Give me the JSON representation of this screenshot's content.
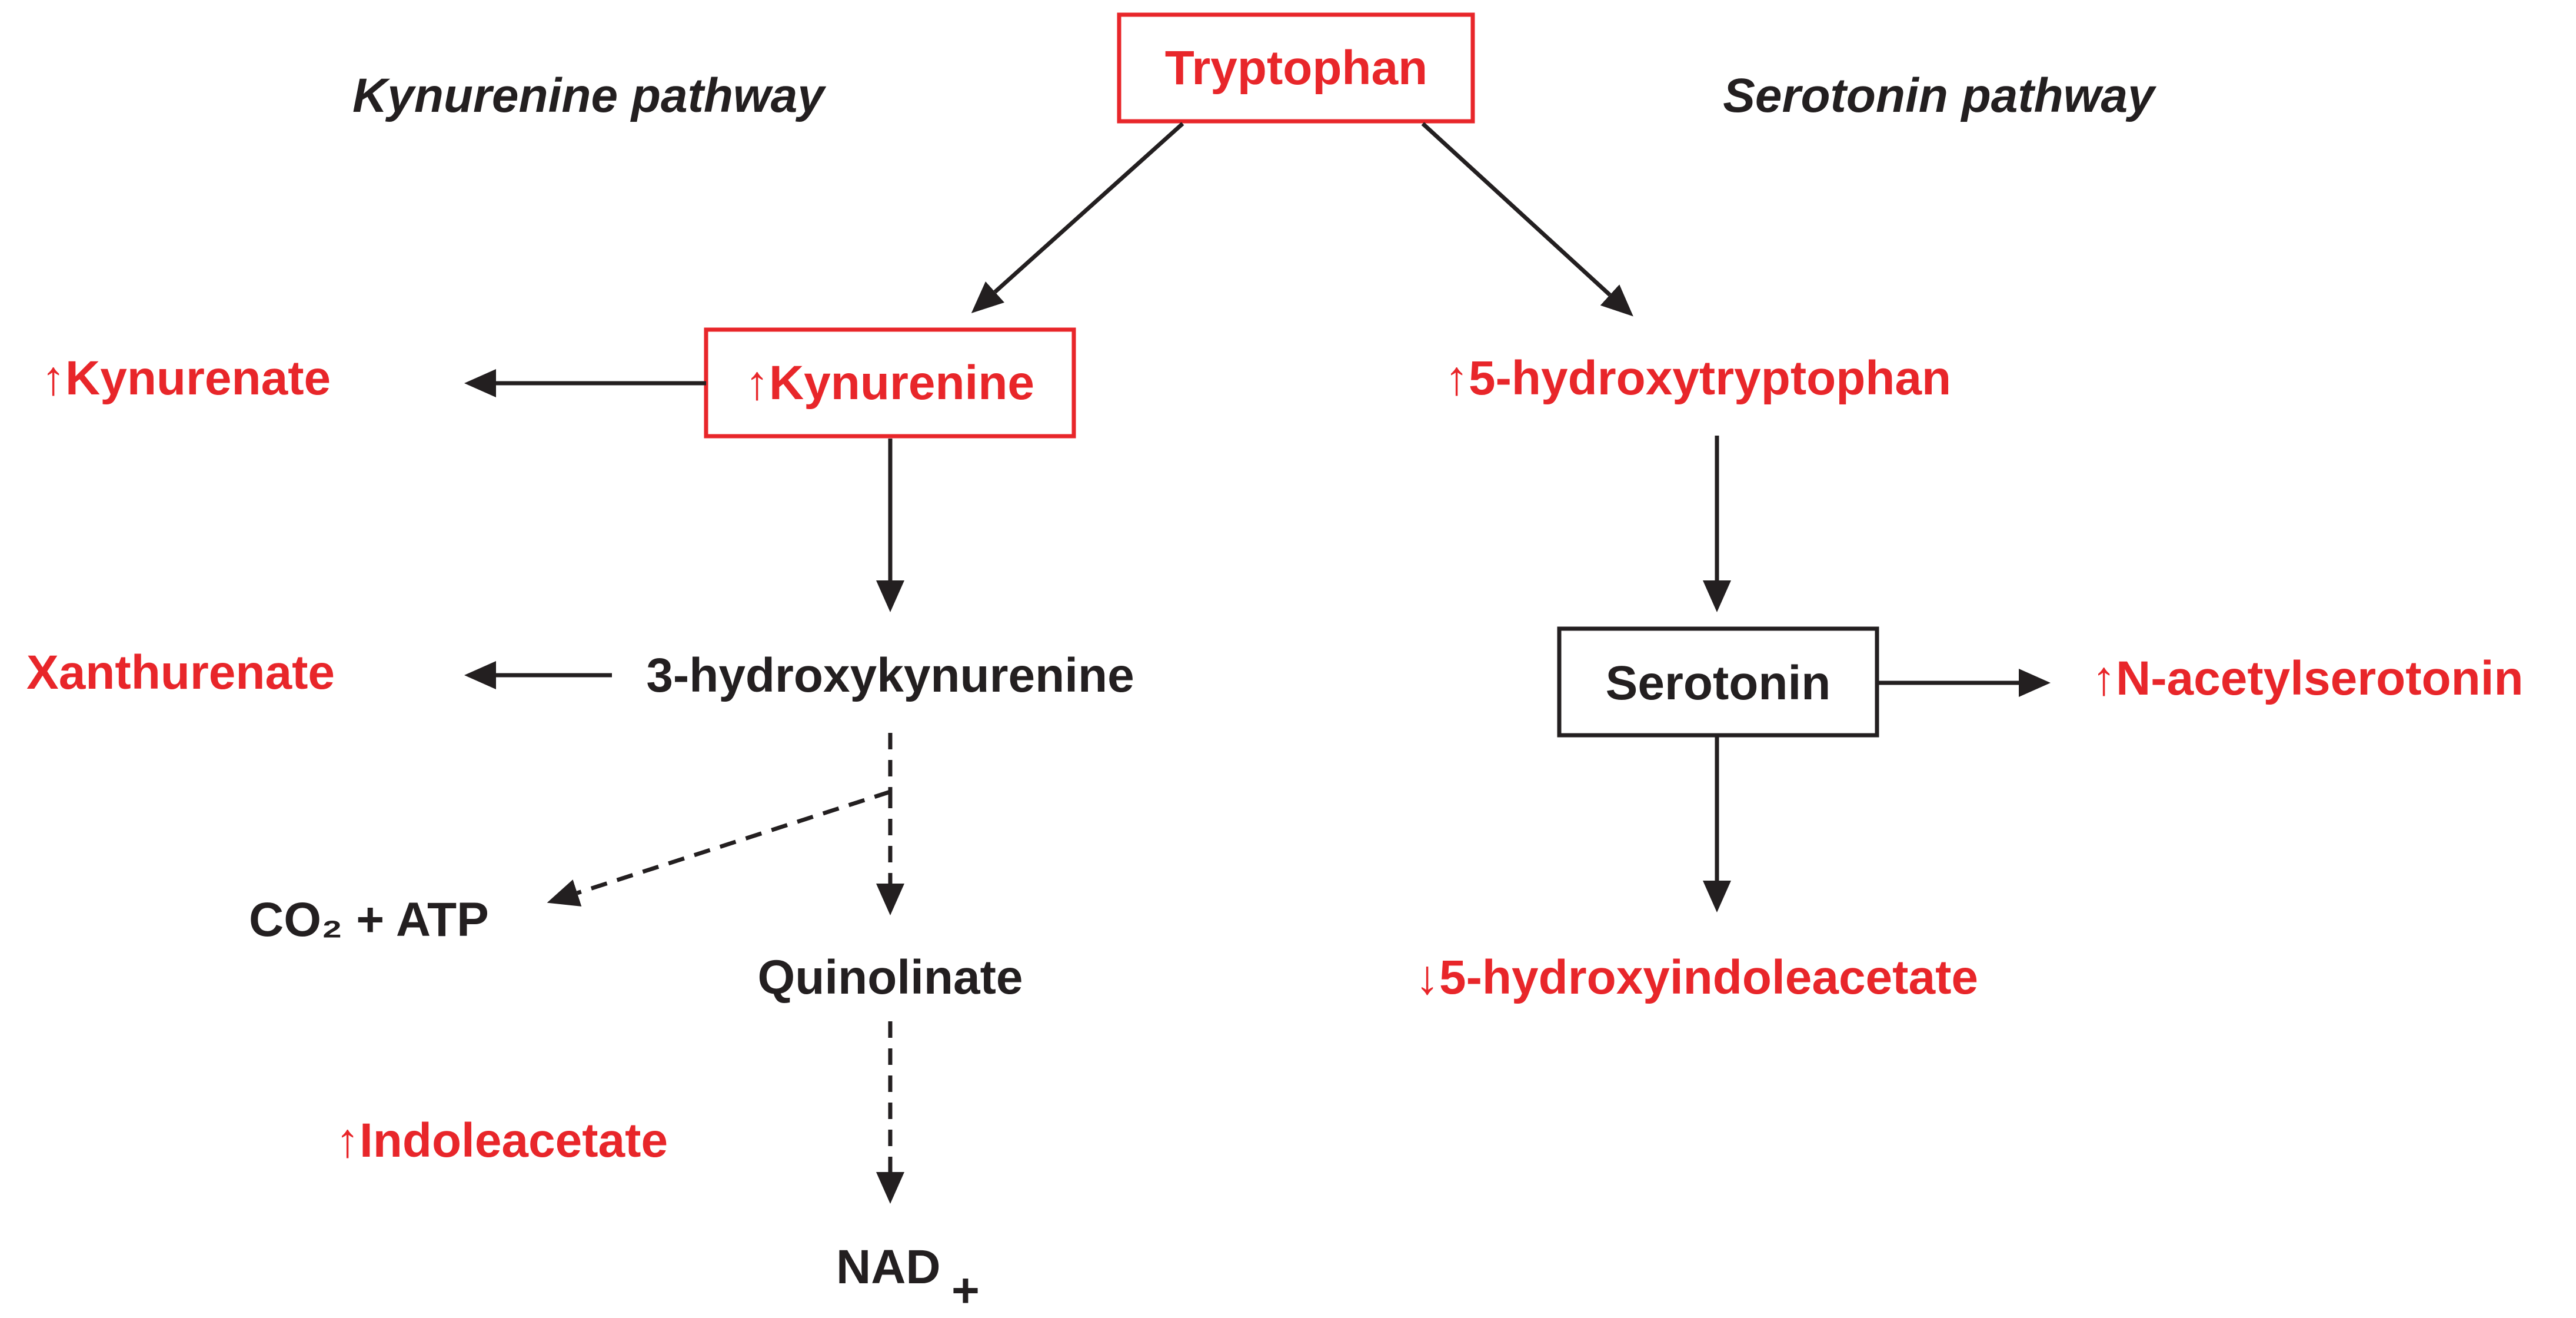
{
  "colors": {
    "up_regulated": "#e8262a",
    "down_regulated": "#e8262a",
    "neutral": "#231f20",
    "arrow": "#231f20"
  },
  "pathways": {
    "kynurenine_title": "Kynurenine pathway",
    "serotonin_title": "Serotonin pathway"
  },
  "nodes": {
    "tryptophan": "Tryptophan",
    "kynurenine": "↑Kynurenine",
    "kynurenate": "↑Kynurenate",
    "hydroxykynurenine": "3-hydroxykynurenine",
    "xanthurenate": "Xanthurenate",
    "co2_atp": "CO₂ + ATP",
    "quinolinate": "Quinolinate",
    "indoleacetate": "↑Indoleacetate",
    "nad": "NAD",
    "nad_sub": "+",
    "hydroxytryptophan": "↑5-hydroxytryptophan",
    "serotonin": "Serotonin",
    "acetylserotonin": "↑N-acetylserotonin",
    "hydroxyindoleacetate": "↓5-hydroxyindoleacetate"
  }
}
